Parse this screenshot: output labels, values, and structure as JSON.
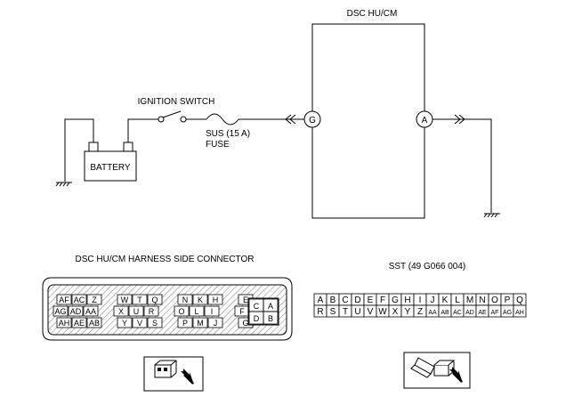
{
  "labels": {
    "module_title": "DSC HU/CM",
    "ignition_switch": "IGNITION SWITCH",
    "fuse_rating": "SUS (15 A)",
    "fuse_word": "FUSE",
    "battery": "BATTERY",
    "terminal_g": "G",
    "terminal_a": "A",
    "connector_title": "DSC HU/CM HARNESS SIDE CONNECTOR",
    "sst_title": "SST (49 G066 004)"
  },
  "connector": {
    "row1": [
      "AF",
      "AC",
      "Z",
      "",
      "W",
      "T",
      "Q",
      "",
      "N",
      "K",
      "H",
      "",
      "E"
    ],
    "row2": [
      "AG",
      "AD",
      "AA",
      "",
      "X",
      "U",
      "R",
      "",
      "O",
      "L",
      "I",
      "",
      "F"
    ],
    "row3": [
      "AH",
      "AE",
      "AB",
      "",
      "Y",
      "V",
      "S",
      "",
      "P",
      "M",
      "J",
      "",
      "G"
    ],
    "side_top": [
      "C",
      "A"
    ],
    "side_bottom": [
      "D",
      "B"
    ]
  },
  "sst": {
    "row1": [
      "A",
      "B",
      "C",
      "D",
      "E",
      "F",
      "G",
      "H",
      "I",
      "J",
      "K",
      "L",
      "M",
      "N",
      "O",
      "P",
      "Q"
    ],
    "row2": [
      "R",
      "S",
      "T",
      "U",
      "V",
      "W",
      "X",
      "Y",
      "Z",
      "AA",
      "AB",
      "AC",
      "AD",
      "AE",
      "AF",
      "AG",
      "AH"
    ]
  }
}
